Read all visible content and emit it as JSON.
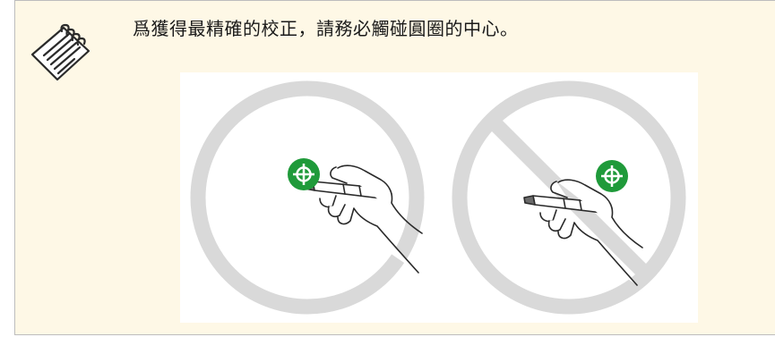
{
  "note": {
    "icon": "note-pencil-icon",
    "text": "爲獲得最精確的校正，請務必觸碰圓圈的中心。"
  },
  "illustration": {
    "correct_panel": "touch-center-correct",
    "incorrect_panel": "touch-off-center-incorrect",
    "target_icon": "crosshair-target-icon",
    "colors": {
      "ring": "#d9d9d9",
      "target_green": "#1f9a3a",
      "line": "#2a2a2a"
    }
  }
}
